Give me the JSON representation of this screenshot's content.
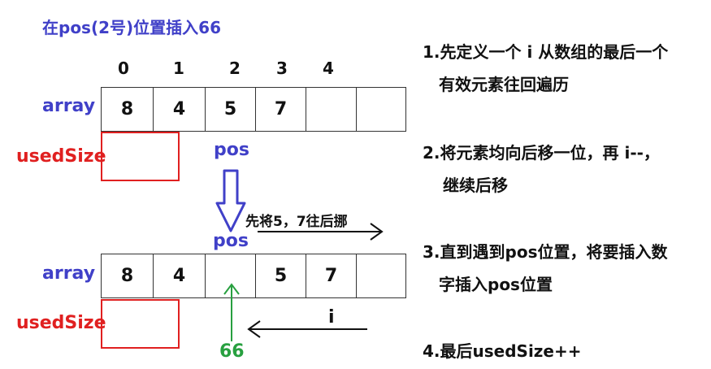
{
  "title": "在pos(2号)位置插入66",
  "indices": [
    "0",
    "1",
    "2",
    "3",
    "4"
  ],
  "array1": {
    "label": "array",
    "cells": [
      "8",
      "4",
      "5",
      "7",
      "",
      ""
    ]
  },
  "array2": {
    "label": "array",
    "cells": [
      "8",
      "4",
      "",
      "5",
      "7",
      ""
    ]
  },
  "used_size_label": "usedSize",
  "pos_label": "pos",
  "move_note": "先将5，7往后挪",
  "i_label": "i",
  "insert_value": "66",
  "steps": [
    "1.先定义一个 i 从数组的最后一个",
    "有效元素往回遍历",
    "2.将元素均向后移一位，再 i--，",
    "继续后移",
    "3.直到遇到pos位置，将要插入数",
    "字插入pos位置",
    "4.最后usedSize++"
  ],
  "colors": {
    "label_blue": "#4040c8",
    "label_red": "#e02020",
    "arrow_green": "#28a040"
  }
}
